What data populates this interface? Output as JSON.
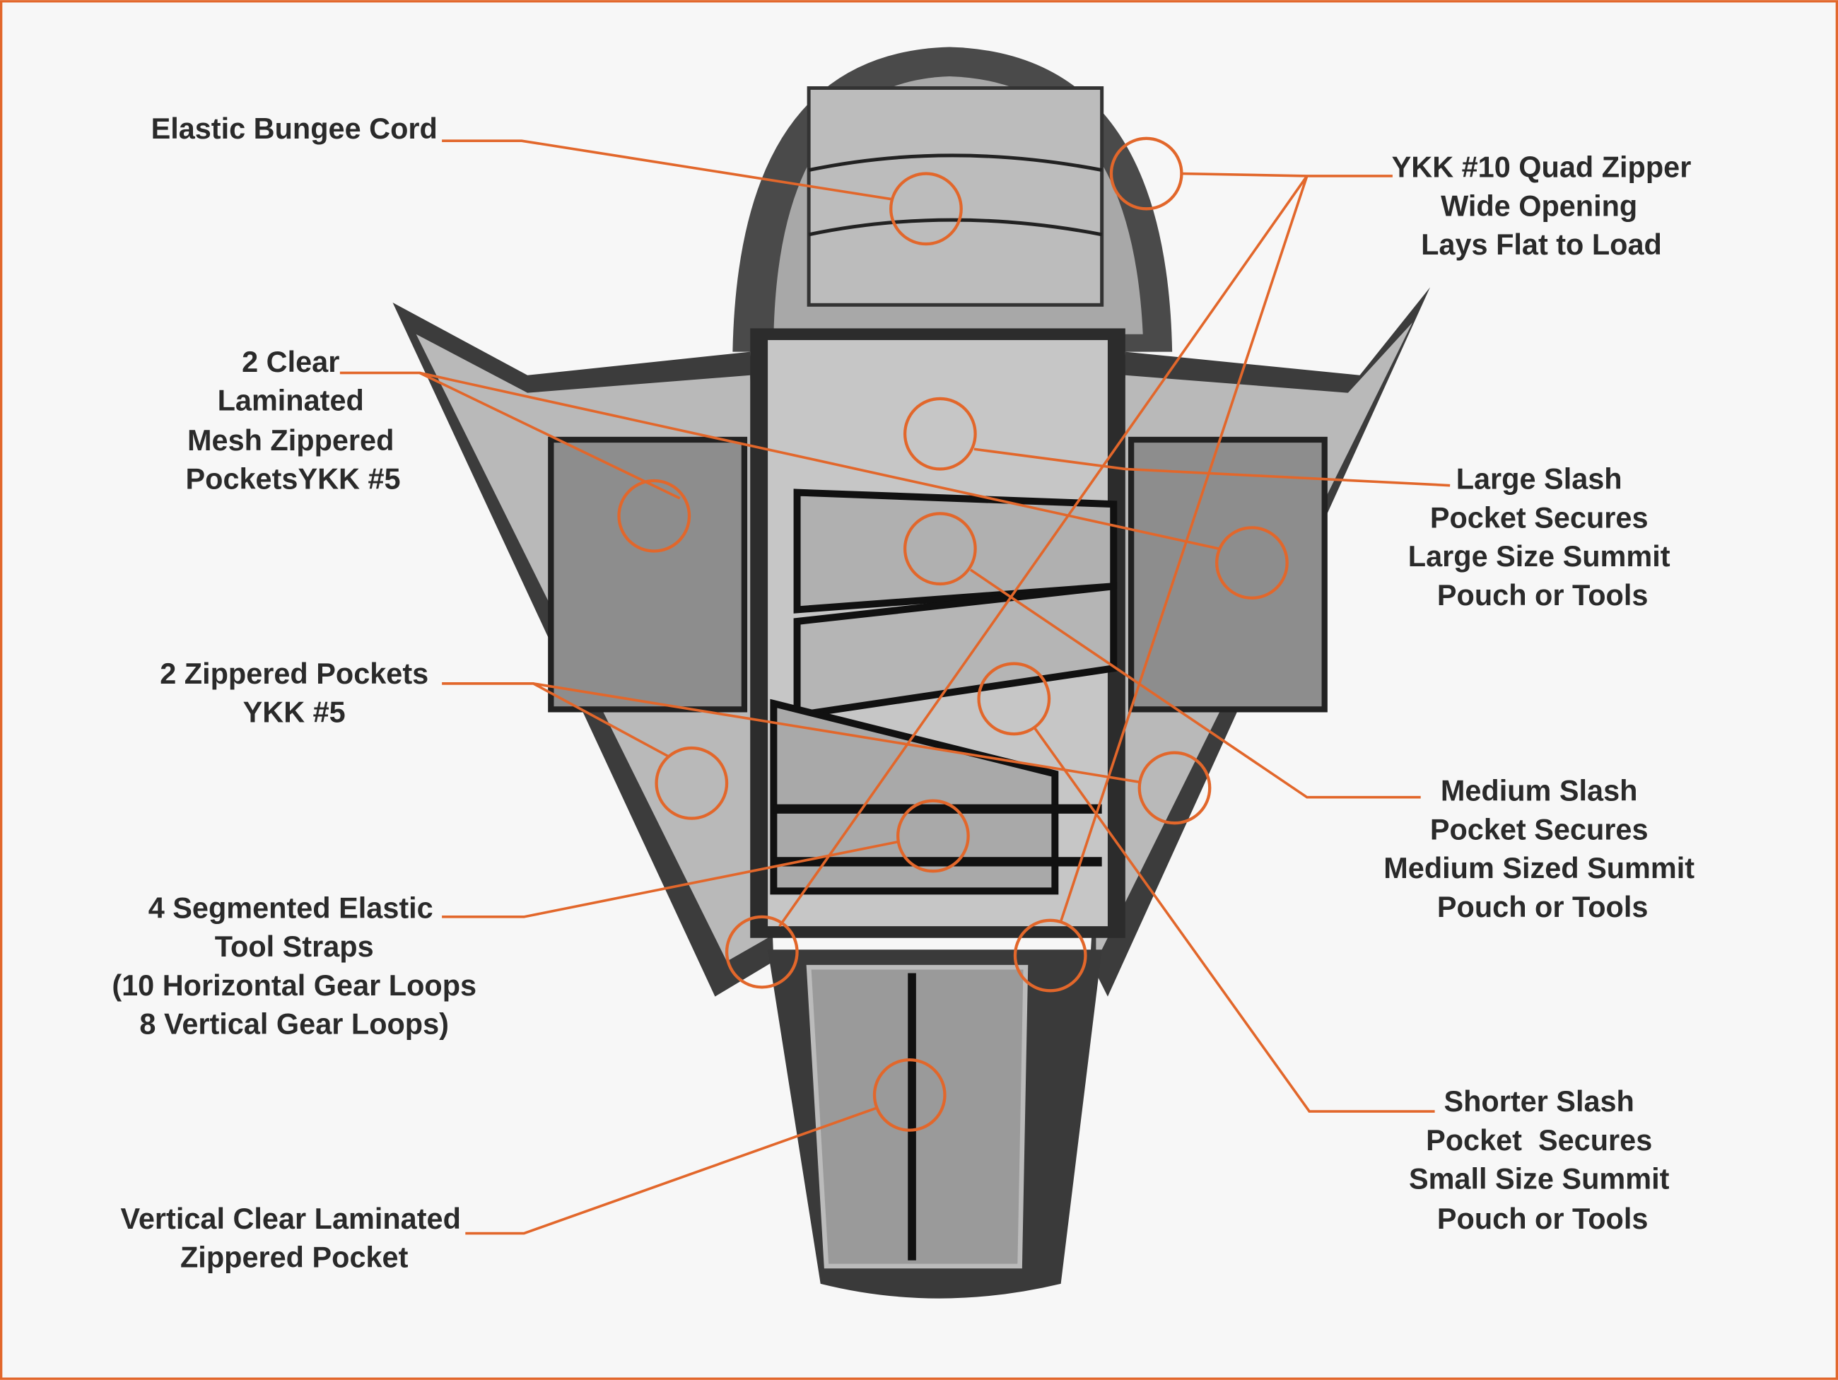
{
  "accent_color": "#e2672b",
  "callouts_left": [
    {
      "id": "bungee",
      "lines": [
        "Elastic Bungee Cord"
      ]
    },
    {
      "id": "mesh",
      "lines": [
        "2 Clear",
        "Laminated",
        "Mesh Zippered",
        "PocketsYKK #5"
      ]
    },
    {
      "id": "zip",
      "lines": [
        "2 Zippered Pockets",
        "YKK #5"
      ]
    },
    {
      "id": "straps",
      "lines": [
        "4 Segmented Elastic",
        "Tool Straps",
        "(10 Horizontal Gear Loops",
        "8 Vertical Gear Loops)"
      ]
    },
    {
      "id": "vertical",
      "lines": [
        "Vertical Clear Laminated",
        "Zippered Pocket"
      ]
    }
  ],
  "callouts_right": [
    {
      "id": "quad",
      "lines": [
        "YKK #10 Quad Zipper",
        "Wide Opening",
        "Lays Flat to Load"
      ]
    },
    {
      "id": "large",
      "lines": [
        "Large Slash",
        "Pocket Secures",
        "Large Size Summit",
        "Pouch or Tools"
      ]
    },
    {
      "id": "medium",
      "lines": [
        "Medium Slash",
        "Pocket Secures",
        "Medium Sized Summit",
        "Pouch or Tools"
      ]
    },
    {
      "id": "short",
      "lines": [
        "Shorter Slash",
        "Pocket  Secures",
        "Small Size Summit",
        "Pouch or Tools"
      ]
    }
  ]
}
